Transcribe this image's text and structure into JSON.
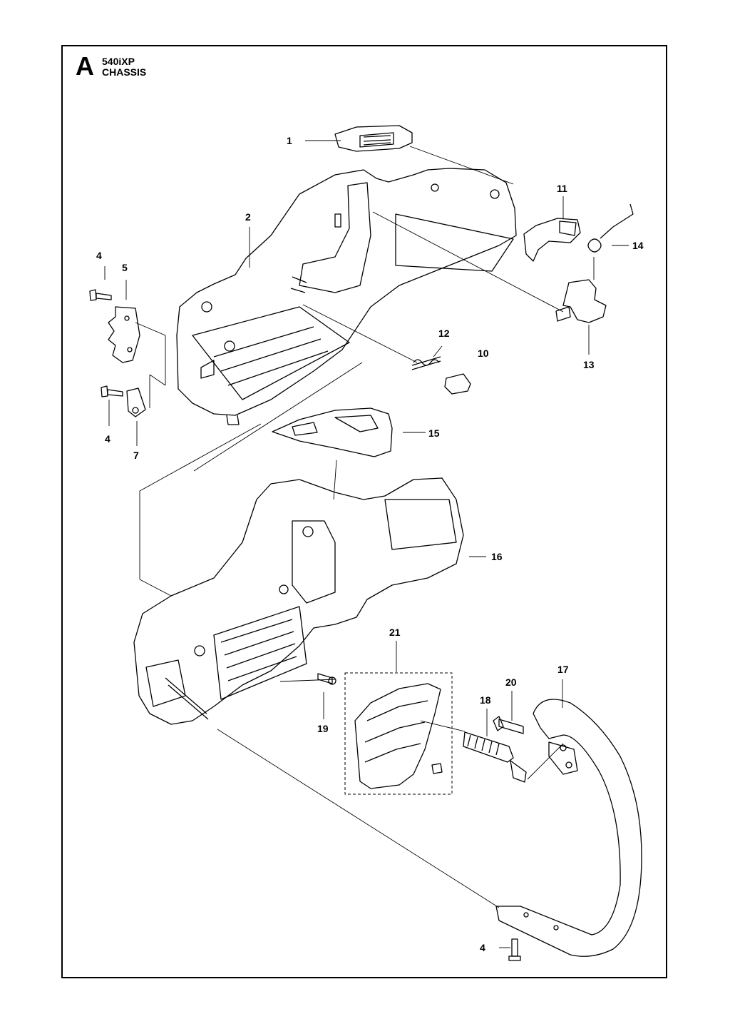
{
  "header": {
    "section_letter": "A",
    "model": "540iXP",
    "title": "CHASSIS"
  },
  "callouts": [
    {
      "id": "c1",
      "text": "1"
    },
    {
      "id": "c2",
      "text": "2"
    },
    {
      "id": "c4a",
      "text": "4"
    },
    {
      "id": "c5",
      "text": "5"
    },
    {
      "id": "c4b",
      "text": "4"
    },
    {
      "id": "c7",
      "text": "7"
    },
    {
      "id": "c11",
      "text": "11"
    },
    {
      "id": "c14",
      "text": "14"
    },
    {
      "id": "c12",
      "text": "12"
    },
    {
      "id": "c10",
      "text": "10"
    },
    {
      "id": "c13",
      "text": "13"
    },
    {
      "id": "c15",
      "text": "15"
    },
    {
      "id": "c16",
      "text": "16"
    },
    {
      "id": "c21",
      "text": "21"
    },
    {
      "id": "c17",
      "text": "17"
    },
    {
      "id": "c20",
      "text": "20"
    },
    {
      "id": "c18",
      "text": "18"
    },
    {
      "id": "c19",
      "text": "19"
    },
    {
      "id": "c4c",
      "text": "4"
    }
  ]
}
